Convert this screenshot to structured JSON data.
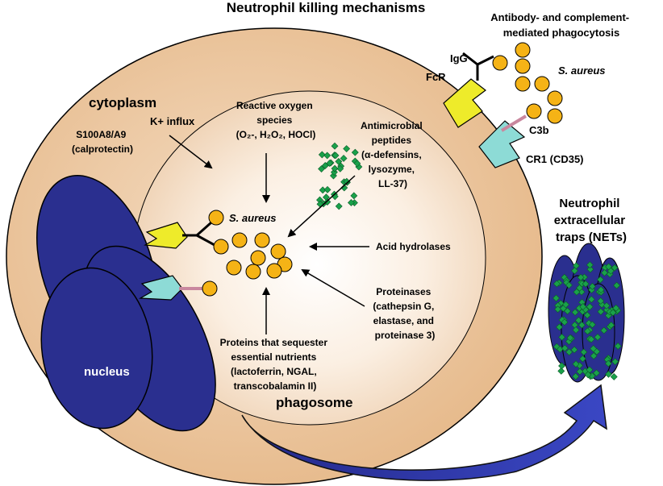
{
  "title": "Neutrophil killing mechanisms",
  "labels": {
    "phagocytosis_line1": "Antibody- and complement-",
    "phagocytosis_line2": "mediated phagocytosis",
    "igg": "IgG",
    "fcr": "FcR",
    "s_aureus_outside": "S. aureus",
    "c3b": "C3b",
    "cr1": "CR1 (CD35)",
    "cytoplasm": "cytoplasm",
    "k_influx": "K+ influx",
    "s100_line1": "S100A8/A9",
    "s100_line2": "(calprotectin)",
    "ros_line1": "Reactive oxygen",
    "ros_line2": "species",
    "ros_line3": "(O₂-, H₂O₂, HOCl)",
    "amp_line1": "Antimicrobial",
    "amp_line2": "peptides",
    "amp_line3": "(α-defensins,",
    "amp_line4": "lysozyme,",
    "amp_line5": "LL-37)",
    "s_aureus_inside": "S. aureus",
    "acid_hydrolases": "Acid hydrolases",
    "prot_line1": "Proteinases",
    "prot_line2": "(cathepsin G,",
    "prot_line3": "elastase, and",
    "prot_line4": "proteinase 3)",
    "seq_line1": "Proteins that sequester",
    "seq_line2": "essential nutrients",
    "seq_line3": "(lactoferrin, NGAL,",
    "seq_line4": "transcobalamin II)",
    "phagosome": "phagosome",
    "nucleus": "nucleus",
    "nets_line1": "Neutrophil",
    "nets_line2": "extracellular",
    "nets_line3": "traps (NETs)"
  },
  "colors": {
    "cytoplasm": "#ecc39a",
    "phagosome_center": "#ffffff",
    "nucleus": "#2a2f8f",
    "bacteria": "#f5b316",
    "fc_receptor": "#eeeb2a",
    "complement_receptor": "#8ddbd6",
    "c3b_link": "#c9879e",
    "peptide_dots": "#1aa14a"
  }
}
